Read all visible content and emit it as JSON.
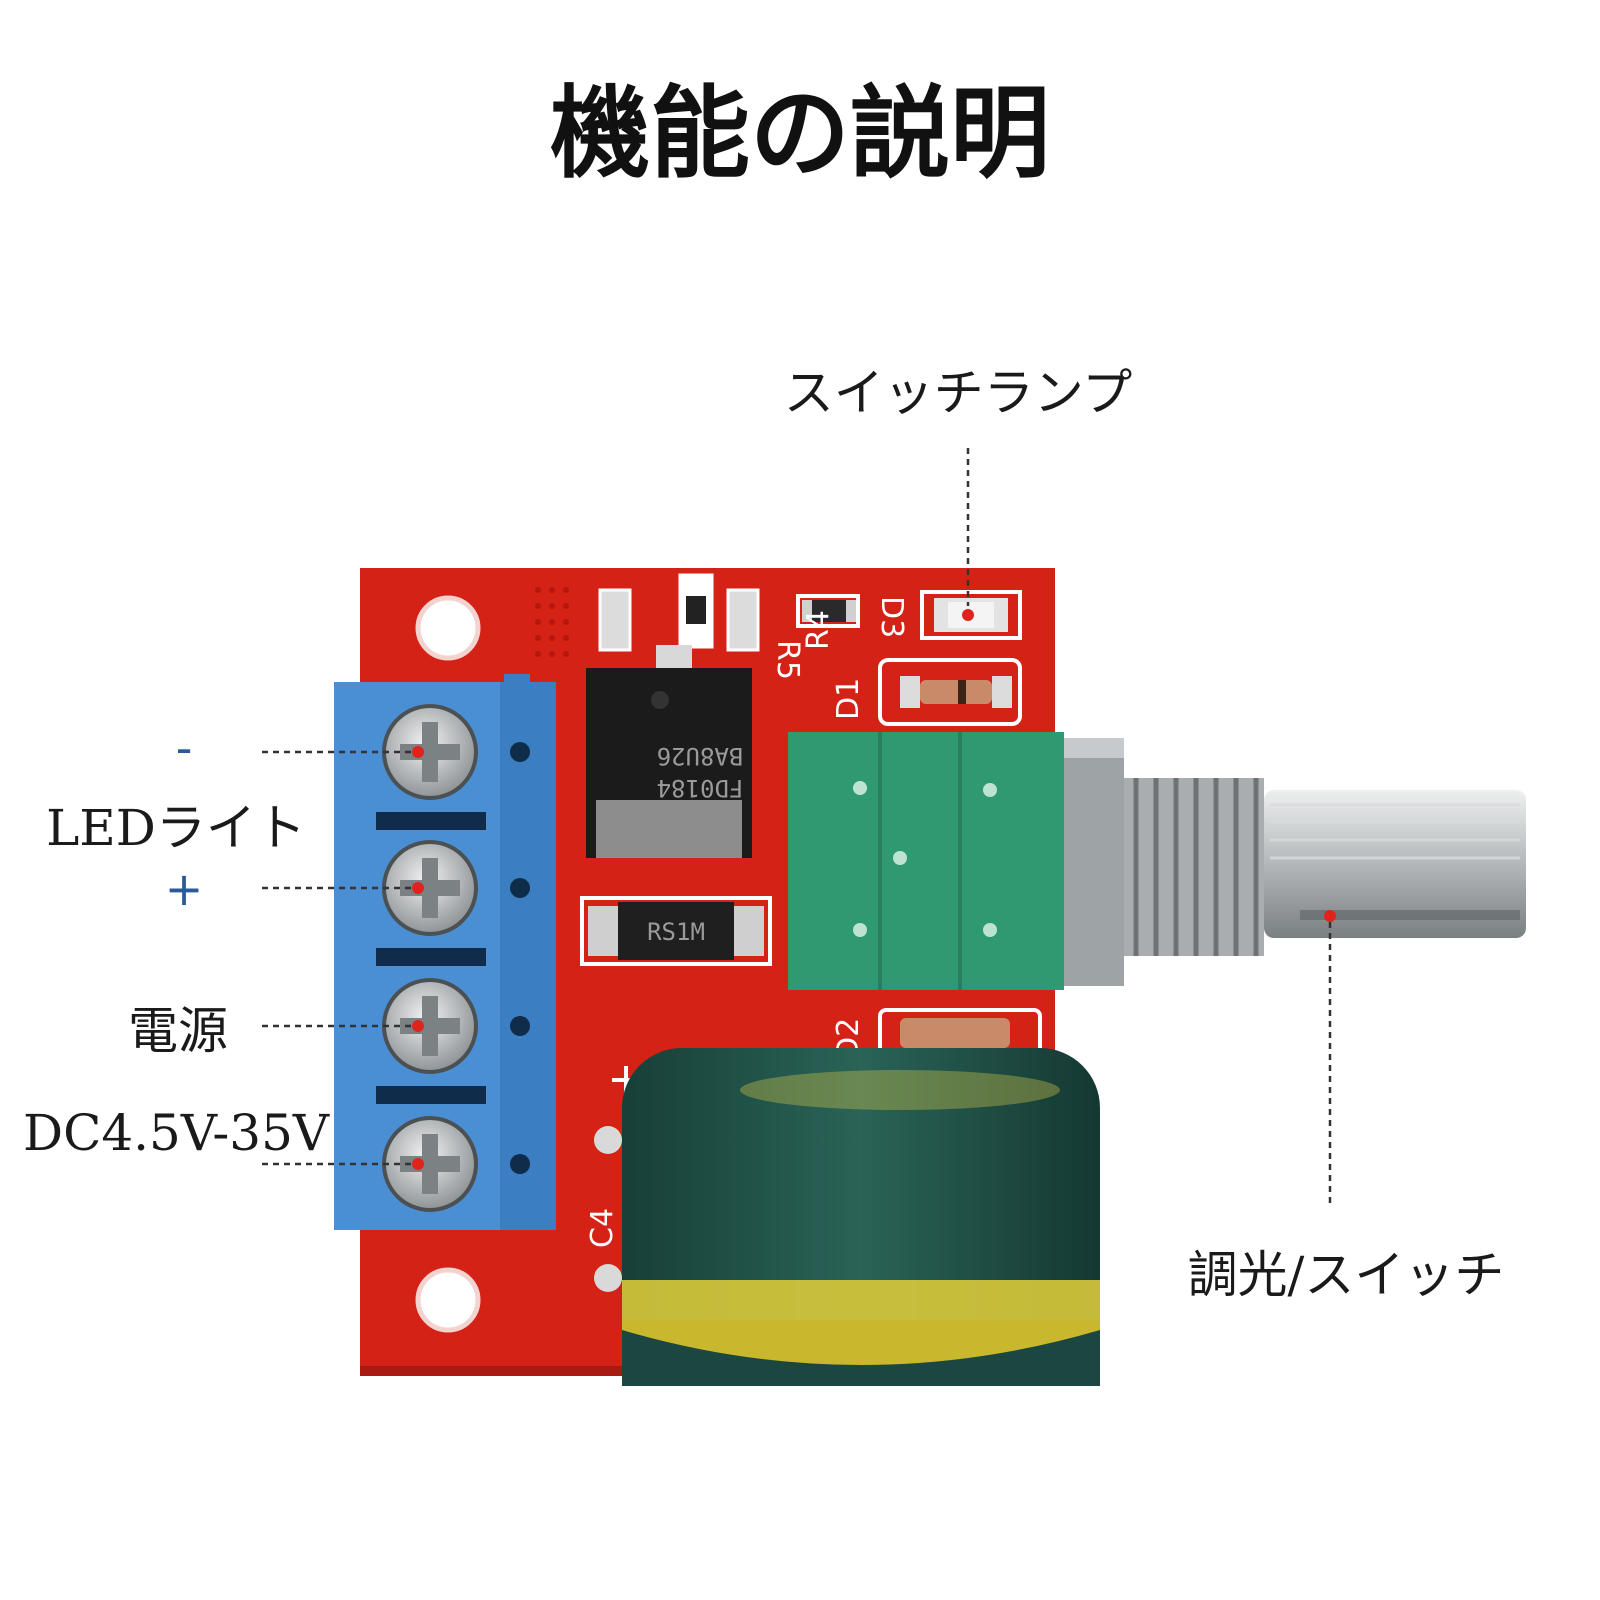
{
  "title": "機能の説明",
  "labels": {
    "switch_lamp": "スイッチランプ",
    "led_light": "LEDライト",
    "minus": "-",
    "plus": "+",
    "power": "電源",
    "voltage": "DC4.5V-35V",
    "dimmer_switch": "調光/スイッチ"
  },
  "silkscreen": {
    "r5": "R5",
    "d3": "D3",
    "r4": "R4",
    "d1": "D1",
    "d2": "D2",
    "c4": "C4",
    "mosfet_mark_1": "FD0184",
    "mosfet_mark_2": "BA8U26",
    "diode_mark": "RS1M"
  },
  "colors": {
    "pcb": "#d42216",
    "terminal": "#4a8fd4",
    "pot_body": "#2f9a72",
    "capacitor": "#1e5248",
    "indicator_dot": "#e0241b"
  }
}
